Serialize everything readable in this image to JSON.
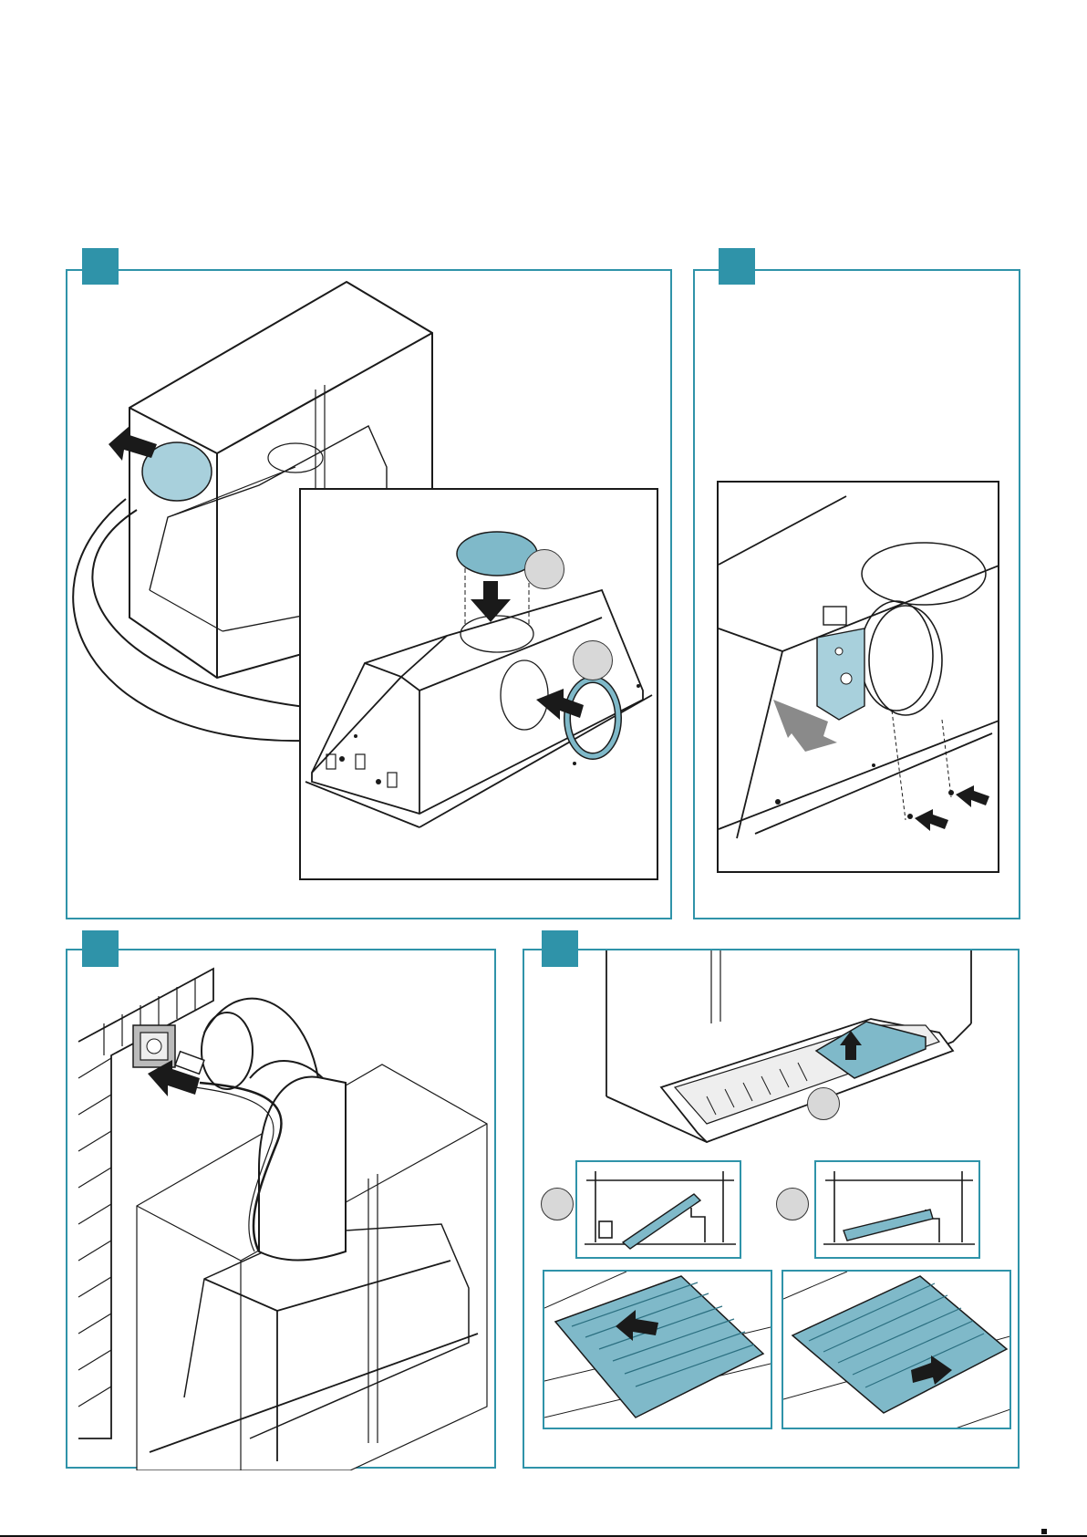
{
  "page": {
    "accent_color": "#2f93a9",
    "highlight_color": "#7fb9c9",
    "line_color": "#1a1a1a"
  },
  "panels": [
    {
      "id": "panel-1",
      "icons": [
        "duct-icon",
        "flange-ring-icon",
        "push-arrow-icon"
      ]
    },
    {
      "id": "panel-2",
      "icons": [
        "bracket-icon",
        "screw-icon",
        "push-arrow-icon"
      ]
    },
    {
      "id": "panel-3",
      "icons": [
        "wall-socket-icon",
        "plug-icon",
        "exhaust-pipe-icon"
      ]
    },
    {
      "id": "panel-4",
      "icons": [
        "grease-filter-icon",
        "lift-arrow-icon",
        "slide-arrow-icon"
      ]
    }
  ]
}
